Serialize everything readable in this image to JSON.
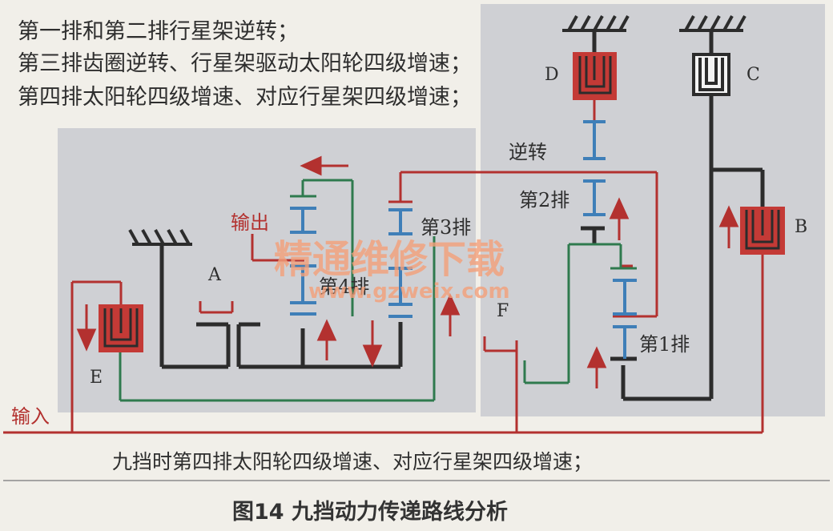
{
  "notes": [
    "第一排和第二排行星架逆转；",
    "第三排齿圈逆转、行星架驱动太阳轮四级增速；",
    "第四排太阳轮四级增速、对应行星架四级增速；"
  ],
  "bottom_note": "九挡时第四排太阳轮四级增速、对应行星架四级增速；",
  "caption": "图14  九挡动力传递路线分析",
  "watermark": {
    "cn": "精通维修下载",
    "url": "www.gzweix.com"
  },
  "labels": {
    "A": "A",
    "B": "B",
    "C": "C",
    "D": "D",
    "E": "E",
    "F": "F",
    "reverse": "逆转",
    "row1": "第1排",
    "row2": "第2排",
    "row3": "第3排",
    "row4": "第4排",
    "output": "输出",
    "input": "输入"
  },
  "colors": {
    "frame": "#2c2c2c",
    "power": "#b3312f",
    "gear": "#3f7fb8",
    "carrier": "#2f7a4e",
    "clutch_fill": "#c43a36",
    "panel": "#cfd0d4",
    "bg": "#f1efe9"
  }
}
